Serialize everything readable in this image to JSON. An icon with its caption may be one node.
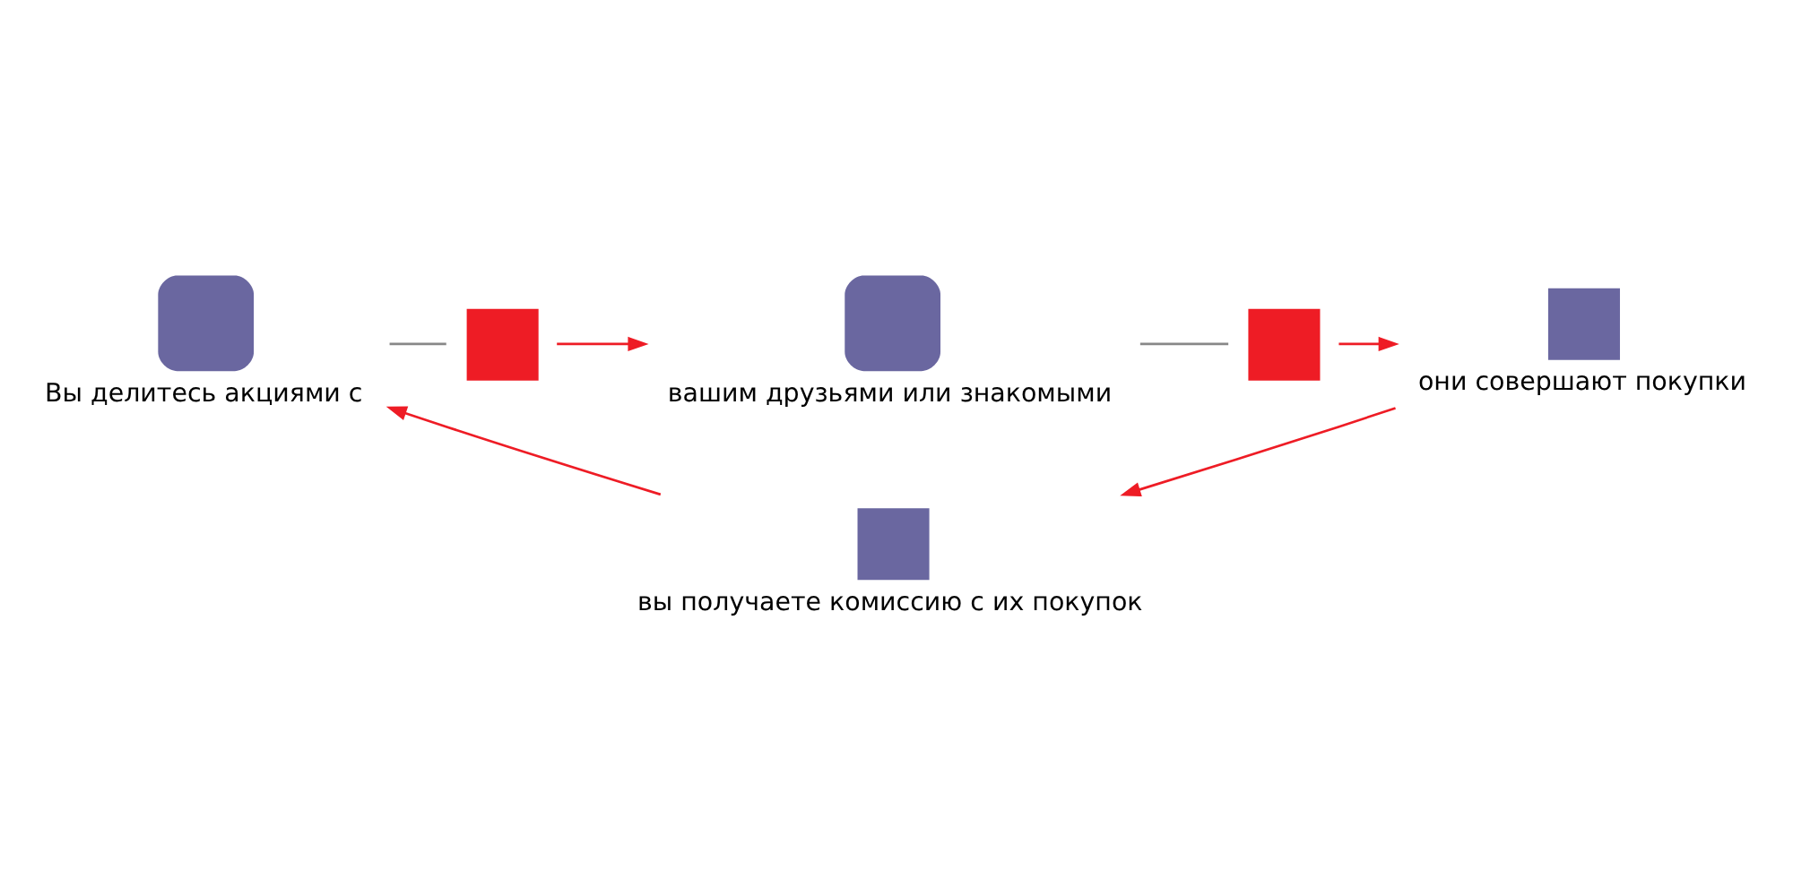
{
  "diagram": {
    "nodes": [
      {
        "text": [],
        "shape": "person",
        "beside": [
          "Вы делитесь акциями с"
        ]
      },
      {
        "text": [],
        "shape": "box"
      },
      {
        "text": [],
        "shape": "person",
        "beside": [
          "вашим друзьями или знакомыми"
        ]
      },
      {
        "text": [],
        "shape": "box"
      },
      {
        "text": [],
        "shape": "box",
        "beside": [
          "они совершают покупки"
        ]
      },
      {
        "text": [],
        "shape": "box",
        "beside": [
          "вы получаете комиссию с их покупок"
        ]
      }
    ],
    "edges": [
      {
        "from": 0,
        "to": 1,
        "arrow": "none",
        "color": "#888888"
      },
      {
        "from": 1,
        "to": 2,
        "arrow": "to"
      },
      {
        "from": 2,
        "to": 3,
        "arrow": "none",
        "color": "#888888"
      },
      {
        "from": 3,
        "to": 4,
        "arrow": "to"
      },
      {
        "from": 4,
        "to": 5,
        "arrow": "to"
      },
      {
        "from": 5,
        "to": 0,
        "arrow": "to"
      }
    ]
  }
}
